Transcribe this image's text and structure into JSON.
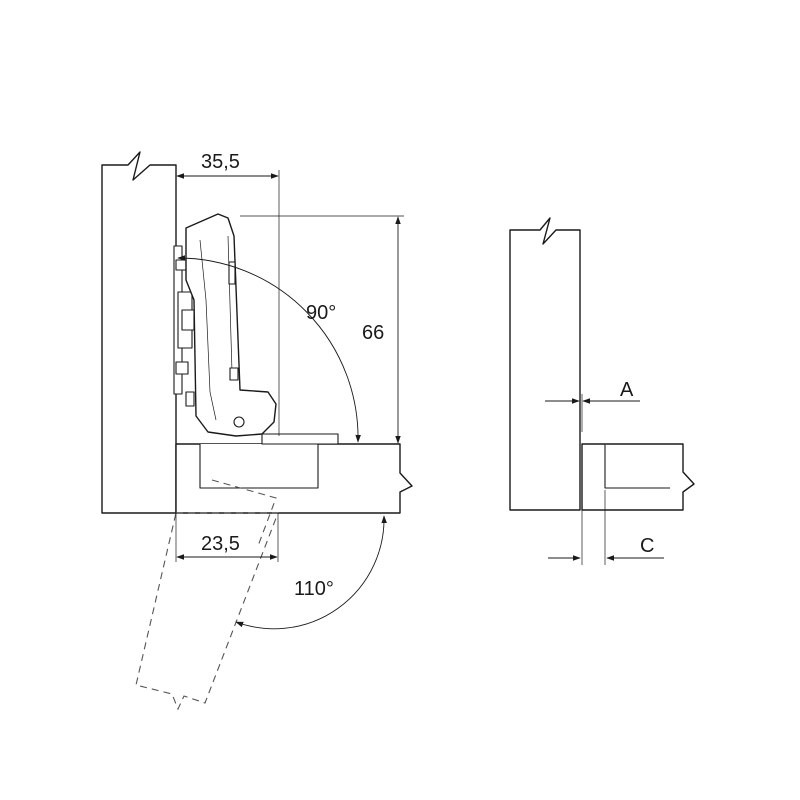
{
  "dimensions": {
    "overlay_width": "35,5",
    "height": "66",
    "cup_offset": "23,5",
    "open_angle_max": "110°",
    "open_angle_min": "90°",
    "gap_a": "A",
    "gap_c": "C"
  },
  "colors": {
    "line": "#1a1a1a",
    "ghost_line": "#555555",
    "background": "#ffffff"
  }
}
